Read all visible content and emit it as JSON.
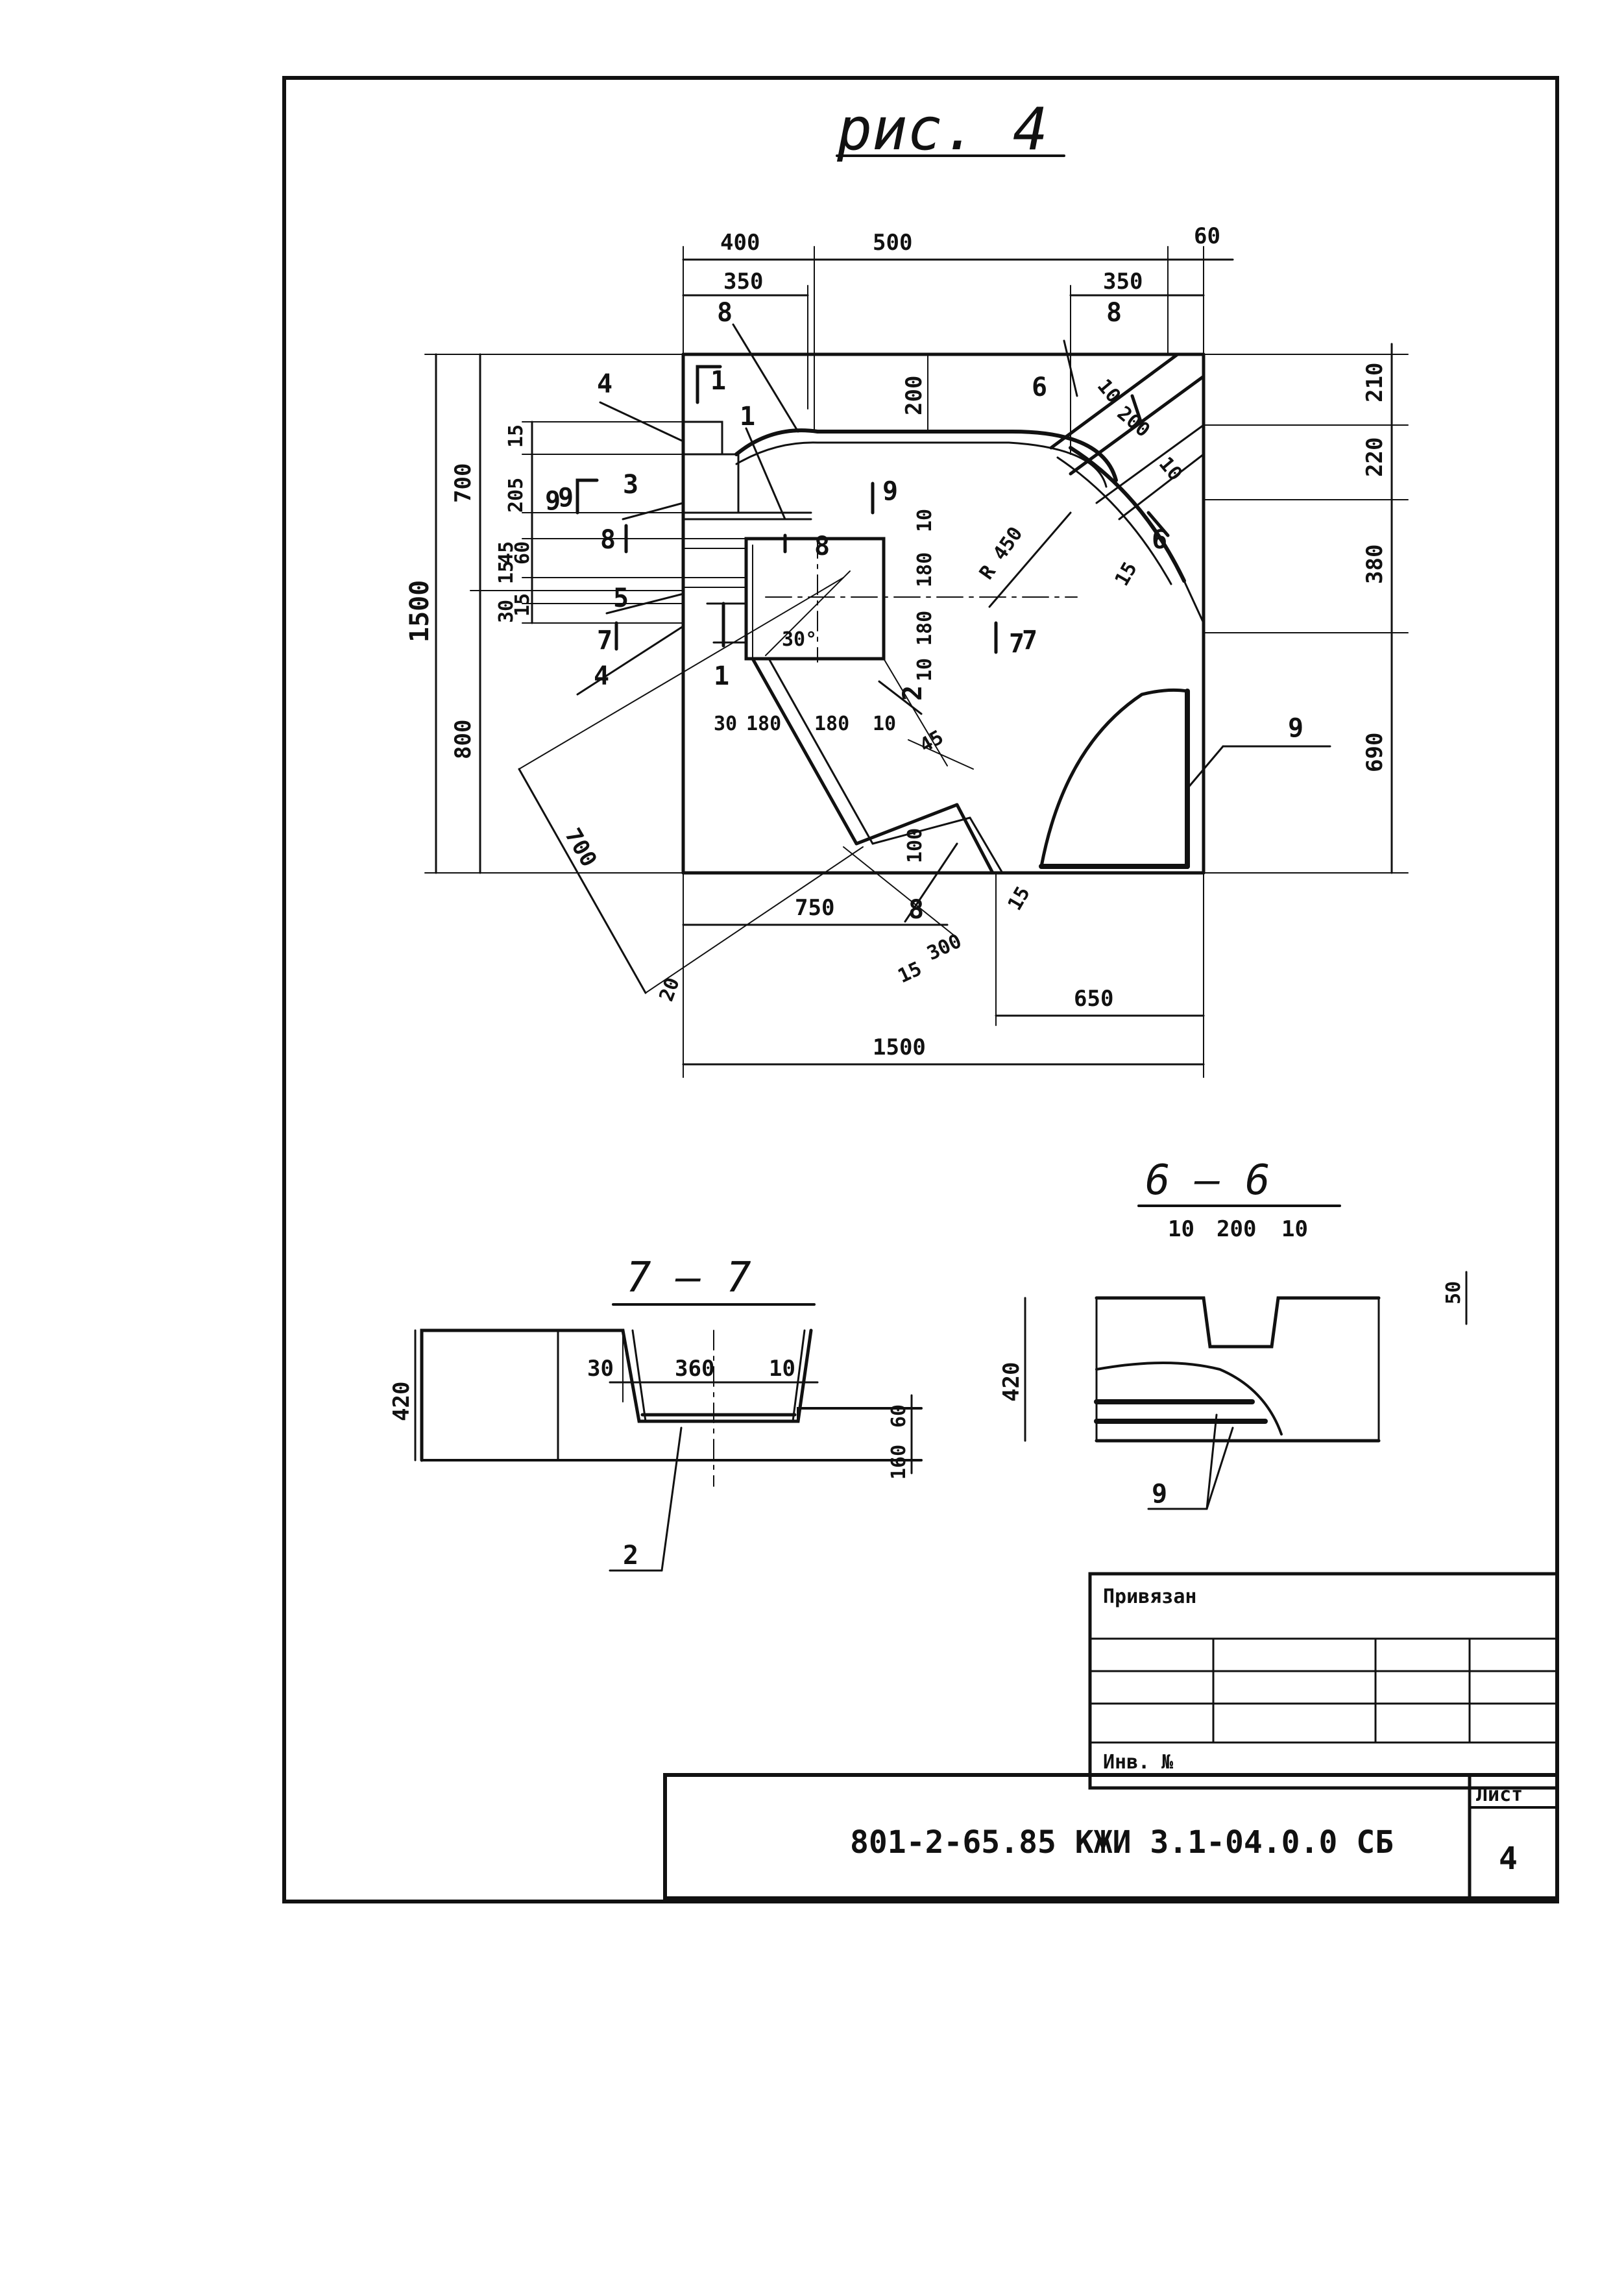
{
  "figure_title": "рис. 4",
  "plan": {
    "top_dims": [
      "400",
      "500",
      "60",
      "350",
      "350"
    ],
    "right_dims": [
      "210",
      "220",
      "380",
      "690"
    ],
    "left_dims": [
      "1500",
      "700",
      "800",
      "15",
      "205",
      "45",
      "60",
      "15",
      "30",
      "15"
    ],
    "bottom_dims": [
      "750",
      "650",
      "1500",
      "300",
      "15",
      "15",
      "20"
    ],
    "inner_dims": [
      "200",
      "200",
      "10",
      "10",
      "10",
      "180",
      "180",
      "10",
      "30",
      "180",
      "180",
      "10",
      "45",
      "15",
      "100",
      "700"
    ],
    "radius_label": "R 450",
    "angle_label": "30°",
    "callouts": [
      "1",
      "2",
      "3",
      "4",
      "4",
      "5",
      "8",
      "8",
      "8",
      "8",
      "9",
      "9"
    ],
    "section_marks": [
      "1",
      "1",
      "6",
      "6",
      "7",
      "7",
      "8",
      "9",
      "9",
      "7"
    ]
  },
  "section_7_7": {
    "title": "7 — 7",
    "top_dims": [
      "30",
      "360",
      "10"
    ],
    "left_dims": [
      "420"
    ],
    "right_dims": [
      "60",
      "160"
    ],
    "callout": "2"
  },
  "section_6_6": {
    "title": "6 — 6",
    "top_dims": [
      "10",
      "200",
      "10"
    ],
    "left_dims": [
      "420"
    ],
    "right_dims": [
      "50"
    ],
    "callout": "9"
  },
  "stamp": {
    "bound_label": "Привязан",
    "inv_label": "Инв. №",
    "doc_code": "801-2-65.85 КЖИ 3.1-04.0.0 СБ",
    "sheet_label": "Лист",
    "sheet_number": "4"
  }
}
